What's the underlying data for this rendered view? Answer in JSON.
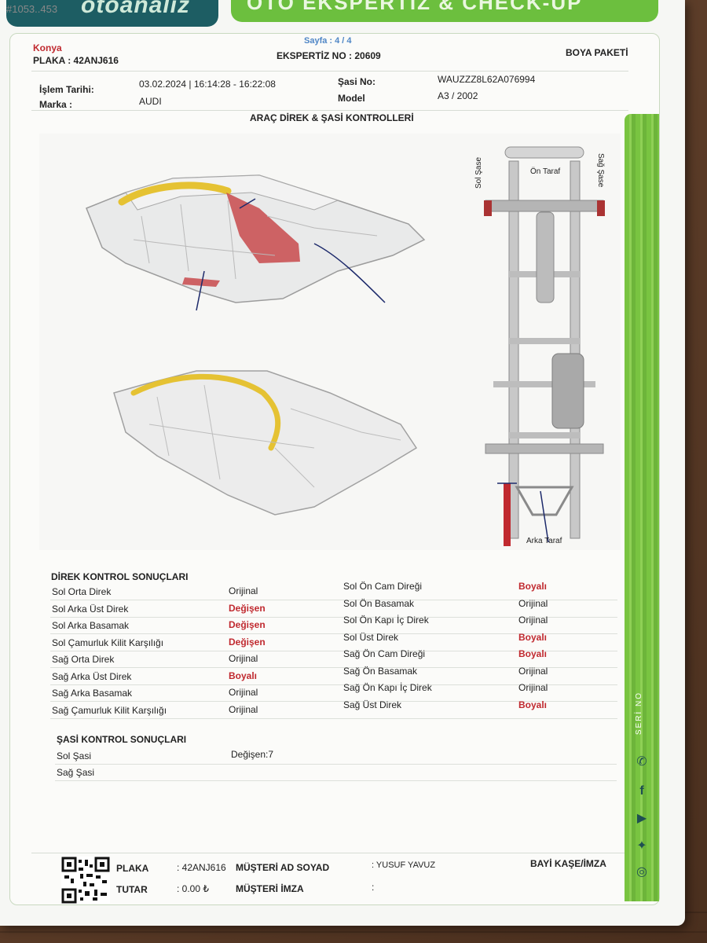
{
  "watermark_id": "#1053..453",
  "header": {
    "logo_text": "otoanaliz",
    "banner_text": "OTO EKSPERTİZ & CHECK-UP",
    "city": "Konya",
    "page": "Sayfa : 4 / 4",
    "plate_label": "PLAKA : 42ANJ616",
    "expertiz_label": "EKSPERTİZ NO : 20609",
    "package": "BOYA PAKETİ"
  },
  "info": {
    "date_label": "İşlem Tarihi:",
    "date_value": "03.02.2024 | 16:14:28 - 16:22:08",
    "chassis_label": "Şasi No:",
    "chassis_value": "WAUZZZ8L62A076994",
    "brand_label": "Marka :",
    "brand_value": "AUDI",
    "model_label": "Model",
    "model_value": "A3 / 2002"
  },
  "section_title": "ARAÇ DİREK & ŞASİ KONTROLLERİ",
  "frame_labels": {
    "left": "Sol Şase",
    "right": "Sağ Şase",
    "front": "Ön Taraf",
    "rear": "Arka Taraf"
  },
  "pillar_results": {
    "title": "DİREK KONTROL SONUÇLARI",
    "left": [
      {
        "name": "Sol Orta Direk",
        "status": "Orijinal"
      },
      {
        "name": "Sol Arka Üst Direk",
        "status": "Değişen"
      },
      {
        "name": "Sol Arka Basamak",
        "status": "Değişen"
      },
      {
        "name": "Sol Çamurluk Kilit Karşılığı",
        "status": "Değişen"
      },
      {
        "name": "Sağ Orta Direk",
        "status": "Orijinal"
      },
      {
        "name": "Sağ Arka Üst Direk",
        "status": "Boyalı"
      },
      {
        "name": "Sağ Arka Basamak",
        "status": "Orijinal"
      },
      {
        "name": "Sağ Çamurluk Kilit Karşılığı",
        "status": "Orijinal"
      }
    ],
    "right": [
      {
        "name": "Sol Ön Cam Direği",
        "status": "Boyalı"
      },
      {
        "name": "Sol Ön Basamak",
        "status": "Orijinal"
      },
      {
        "name": "Sol Ön Kapı İç Direk",
        "status": "Orijinal"
      },
      {
        "name": "Sol Üst Direk",
        "status": "Boyalı"
      },
      {
        "name": "Sağ Ön Cam Direği",
        "status": "Boyalı"
      },
      {
        "name": "Sağ Ön Basamak",
        "status": "Orijinal"
      },
      {
        "name": "Sağ Ön Kapı İç Direk",
        "status": "Orijinal"
      },
      {
        "name": "Sağ Üst Direk",
        "status": "Boyalı"
      }
    ]
  },
  "chassis_results": {
    "title": "ŞASİ KONTROL SONUÇLARI",
    "rows": [
      {
        "name": "Sol Şasi",
        "status": "Değişen:7"
      },
      {
        "name": "Sağ Şasi",
        "status": ""
      }
    ]
  },
  "footer": {
    "plate_label": "PLAKA",
    "plate_value": ": 42ANJ616",
    "total_label": "TUTAR",
    "total_value": ": 0.00 ₺",
    "customer_label": "MÜŞTERİ AD SOYAD",
    "customer_value": ": YUSUF YAVUZ",
    "signature_label": "MÜŞTERİ İMZA",
    "signature_value": ":",
    "dealer_label": "BAYİ KAŞE/İMZA"
  },
  "side_strip": {
    "serial_text": "SERİ NO"
  },
  "colors": {
    "changed": "#c0292f",
    "painted": "#c0292f",
    "brand_green": "#6cbf3e",
    "brand_teal": "#1d5d63"
  }
}
